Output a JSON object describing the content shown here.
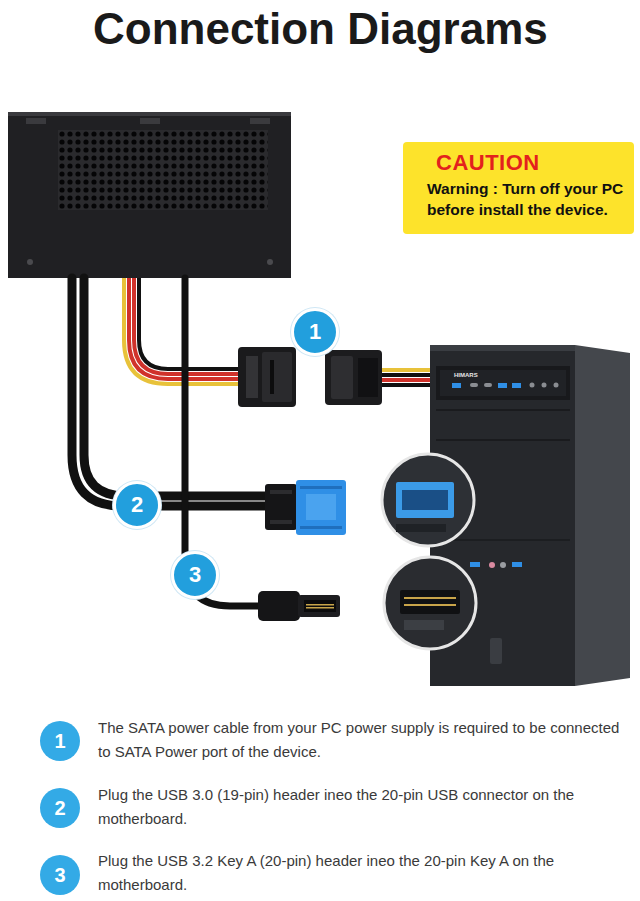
{
  "diagram": {
    "title": "Connection Diagrams",
    "nodes": [
      {
        "text": [
          "CAUTION",
          "Warning : Turn off your PC before install the device."
        ]
      },
      {
        "text": [
          "1"
        ]
      },
      {
        "text": [
          "2"
        ]
      },
      {
        "text": [
          "3"
        ]
      },
      {
        "text": [
          "1"
        ]
      },
      {
        "text": [
          "2"
        ]
      },
      {
        "text": [
          "3"
        ]
      }
    ],
    "labels": [
      "HIMARS",
      "The SATA power cable from your PC power supply is required to be connected to SATA Power port of the device.",
      "Plug the USB 3.0 (19-pin) header ineo the 20-pin USB connector on the motherboard.",
      "Plug the USB 3.2 Key A (20-pin) header ineo the 20-pin Key A on the motherboard."
    ]
  }
}
